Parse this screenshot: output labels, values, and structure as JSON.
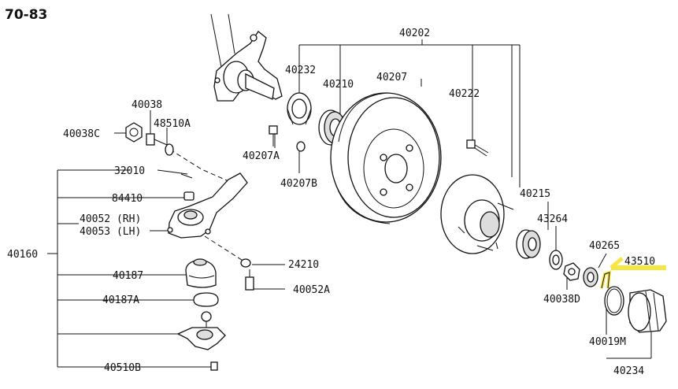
{
  "title": "70-83",
  "highlight_color": "#f5e642",
  "labels": {
    "p40202": "40202",
    "p40232": "40232",
    "p40210": "40210",
    "p40207": "40207",
    "p40222": "40222",
    "p40038": "40038",
    "p40038C": "40038C",
    "p48510A": "48510A",
    "p40207A": "40207A",
    "p40207B": "40207B",
    "p32010": "32010",
    "p84410": "84410",
    "p40052": "40052 (RH)",
    "p40053": "40053 (LH)",
    "p40160": "40160",
    "p24210": "24210",
    "p40187": "40187",
    "p40187A": "40187A",
    "p40052A": "40052A",
    "p40510B": "40510B",
    "p40215": "40215",
    "p43264": "43264",
    "p40265": "40265",
    "p43510": "43510",
    "p40038D": "40038D",
    "p40019M": "40019M",
    "p40234": "40234"
  }
}
